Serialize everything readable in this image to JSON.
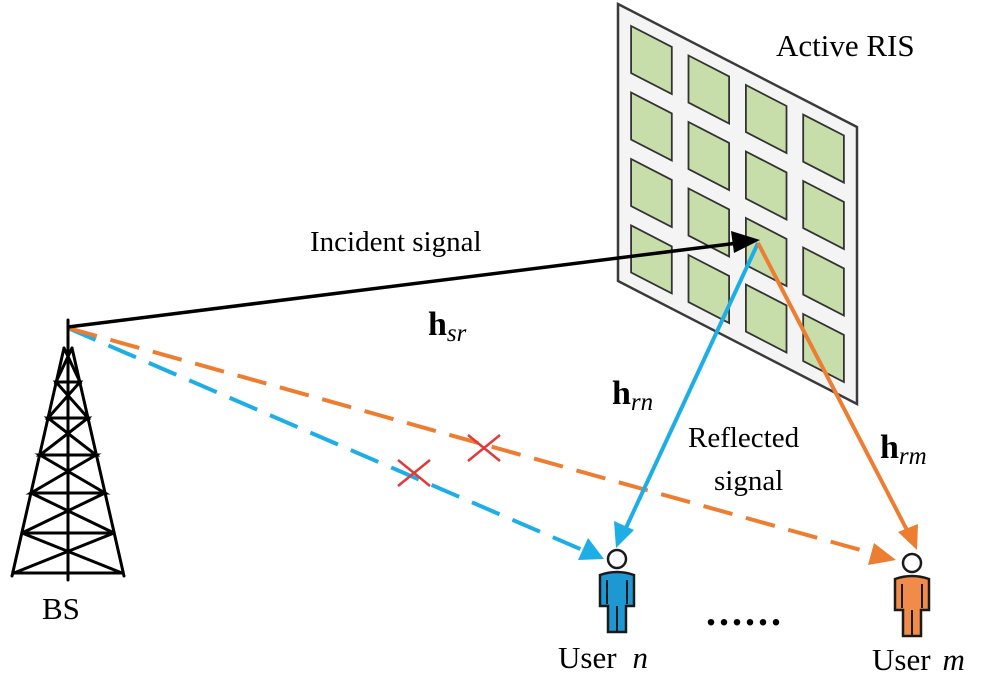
{
  "title": "Active RIS",
  "labels": {
    "incident": "Incident signal",
    "reflected_line1": "Reflected",
    "reflected_line2": "signal",
    "bs": "BS",
    "dots": "......"
  },
  "channels": {
    "h": "h",
    "sr": "sr",
    "rn": "rn",
    "rm": "rm"
  },
  "users": [
    {
      "prefix": "User",
      "id": "n",
      "color": "#1e98d3"
    },
    {
      "prefix": "User",
      "id": "m",
      "color": "#f08b4a"
    }
  ],
  "colors": {
    "incident": "#000000",
    "reflect_n": "#1eaee6",
    "reflect_m": "#ed7d31",
    "blocked_n": "#1eaee6",
    "blocked_m": "#ed7d31",
    "blocked_mark": "#e03b3b",
    "ris_panel": "#f4f4f4",
    "ris_element": "#c7deaa"
  },
  "ris": {
    "rows": 4,
    "cols": 4
  },
  "links": [
    {
      "from": "BS",
      "to": "RIS",
      "kind": "incident"
    },
    {
      "from": "RIS",
      "to": "User n",
      "kind": "reflected"
    },
    {
      "from": "RIS",
      "to": "User m",
      "kind": "reflected"
    },
    {
      "from": "BS",
      "to": "User n",
      "kind": "blocked"
    },
    {
      "from": "BS",
      "to": "User m",
      "kind": "blocked"
    }
  ]
}
